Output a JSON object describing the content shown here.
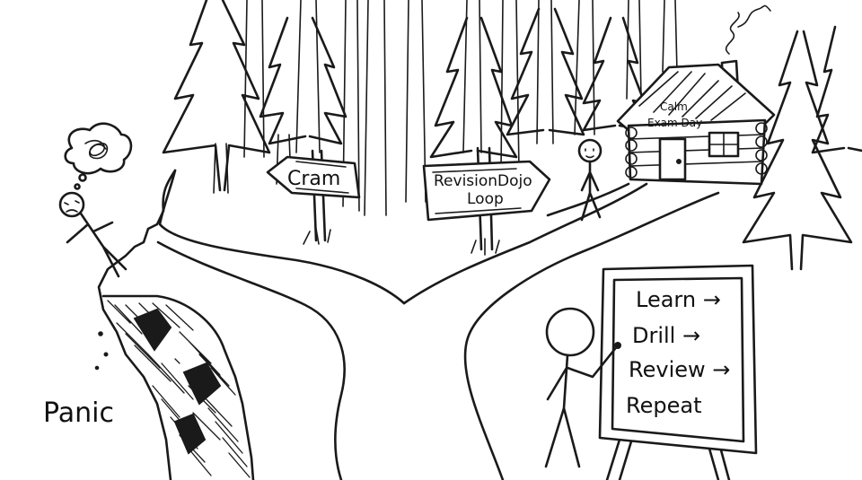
{
  "signs": {
    "left": "Cram",
    "right_line1": "RevisionDojo",
    "right_line2": "Loop"
  },
  "cabin": {
    "sign_line1": "Calm",
    "sign_line2": "Exam Day"
  },
  "cliff_label": "Panic",
  "board": {
    "steps": [
      "Learn →",
      "Drill →",
      "Review →",
      "Repeat"
    ]
  }
}
